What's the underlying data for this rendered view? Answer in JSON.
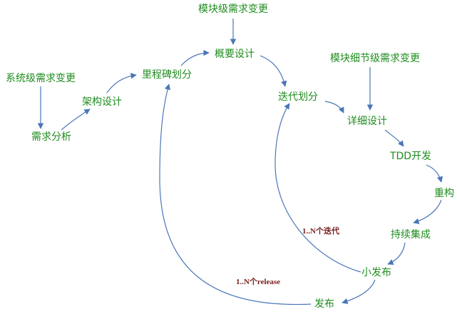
{
  "nodes": {
    "module_req_change": "模块级需求变更",
    "overview_design": "概要设计",
    "module_detail_req_change": "模块细节级需求变更",
    "system_req_change": "系统级需求变更",
    "milestone_division": "里程碑划分",
    "iteration_division": "迭代划分",
    "architecture_design": "架构设计",
    "detailed_design": "详细设计",
    "requirements_analysis": "需求分析",
    "tdd_label": "TDD",
    "tdd_suffix": "开发",
    "refactor": "重构",
    "continuous_integration": "持续集成",
    "small_release": "小发布",
    "release": "发布"
  },
  "edge_labels": {
    "iterations": "1..N个迭代",
    "releases": "1..N个release"
  },
  "colors": {
    "node_text": "#1f8c1f",
    "arrow": "#4a76b8",
    "edge_label": "#7a1f1f"
  }
}
